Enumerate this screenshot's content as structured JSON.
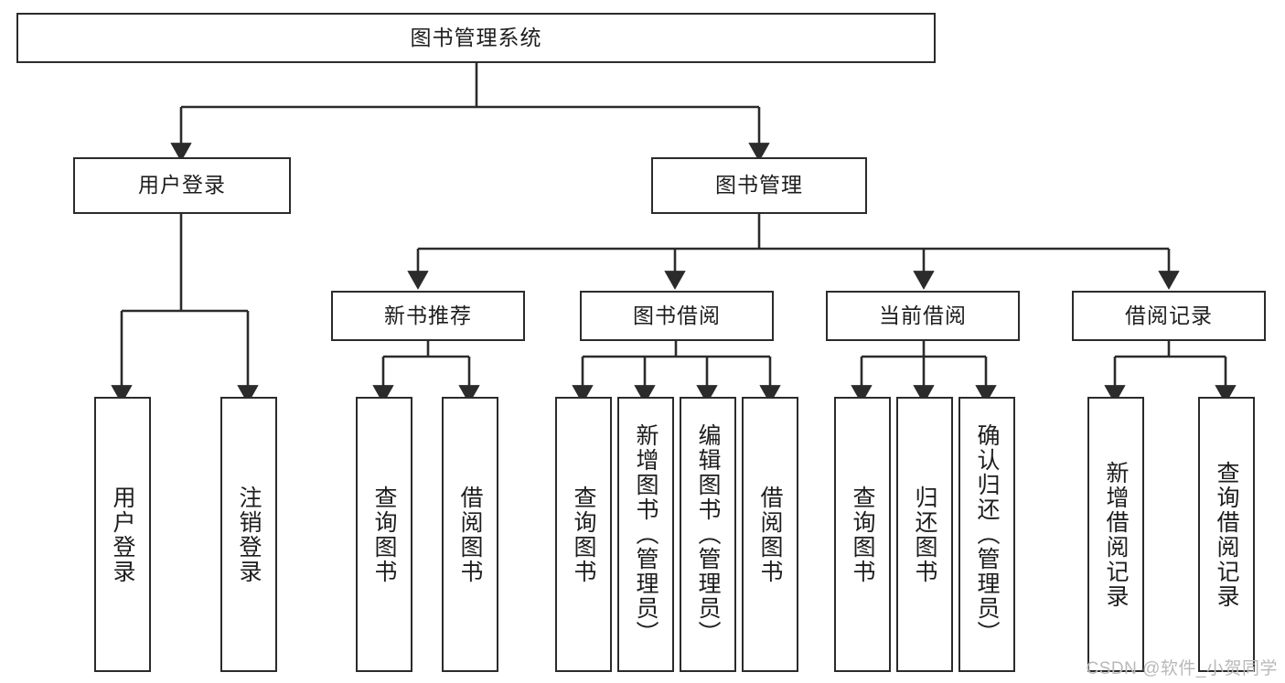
{
  "diagram": {
    "type": "tree",
    "title": "图书管理系统",
    "orientation": "top-down",
    "colors": {
      "box_border": "#2b2b2b",
      "box_fill": "#ffffff",
      "connector": "#2b2b2b",
      "text": "#1d1d1d",
      "watermark": "#b9b9b9"
    },
    "levels": {
      "root": "图书管理系统",
      "level2": [
        "用户登录",
        "图书管理"
      ],
      "level3": [
        "新书推荐",
        "图书借阅",
        "当前借阅",
        "借阅记录"
      ]
    },
    "nodes": {
      "root": {
        "label": "图书管理系统"
      },
      "user_login": {
        "label": "用户登录"
      },
      "book_manage": {
        "label": "图书管理"
      },
      "new_book_rec": {
        "label": "新书推荐"
      },
      "book_borrow": {
        "label": "图书借阅"
      },
      "current_borrow": {
        "label": "当前借阅"
      },
      "borrow_record": {
        "label": "借阅记录"
      },
      "leaf_1": {
        "label": "用户登录"
      },
      "leaf_2": {
        "label": "注销登录"
      },
      "leaf_3": {
        "label": "查询图书"
      },
      "leaf_4": {
        "label": "借阅图书"
      },
      "leaf_5": {
        "label": "查询图书"
      },
      "leaf_6": {
        "label": "新增图书（管理员）"
      },
      "leaf_7": {
        "label": "编辑图书（管理员）"
      },
      "leaf_8": {
        "label": "借阅图书"
      },
      "leaf_9": {
        "label": "查询图书"
      },
      "leaf_10": {
        "label": "归还图书"
      },
      "leaf_11": {
        "label": "确认归还（管理员）"
      },
      "leaf_12": {
        "label": "新增借阅记录"
      },
      "leaf_13": {
        "label": "查询借阅记录"
      }
    }
  },
  "watermark": {
    "text": "CSDN @软件_小贺同学"
  }
}
